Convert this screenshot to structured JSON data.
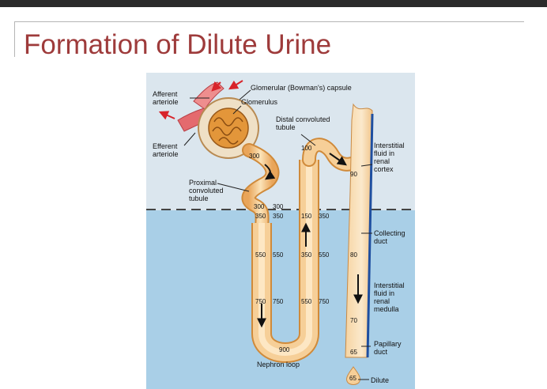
{
  "slide": {
    "title": "Formation of Dilute Urine"
  },
  "diagram": {
    "labels": {
      "afferent": [
        "Afferent",
        "arteriole"
      ],
      "efferent": [
        "Efferent",
        "arteriole"
      ],
      "capsule": "Glomerular (Bowman's) capsule",
      "glomerulus": "Glomerulus",
      "distal": [
        "Distal convoluted",
        "tubule"
      ],
      "proximal": [
        "Proximal",
        "convoluted",
        "tubule"
      ],
      "cortex": [
        "Interstitial",
        "fluid in",
        "renal",
        "cortex"
      ],
      "collecting": [
        "Collecting",
        "duct"
      ],
      "medulla": [
        "Interstitial",
        "fluid in",
        "renal",
        "medulla"
      ],
      "papillary": [
        "Papillary",
        "duct"
      ],
      "loop": "Nephron loop",
      "dilute": "Dilute"
    },
    "values": {
      "glomerulus_out": "300",
      "pct_top_a": "300",
      "pct_top_b": "300",
      "desc_350": "350",
      "desc_350b": "350",
      "desc_550": "550",
      "desc_550b": "550",
      "desc_750": "750",
      "desc_750b": "750",
      "loop_bottom": "900",
      "asc_150": "150",
      "asc_350": "350",
      "asc_350b": "350",
      "asc_550": "550",
      "asc_550b": "550",
      "asc_750": "750",
      "distal_100": "100",
      "cd_90": "90",
      "cd_80": "80",
      "cd_70": "70",
      "cd_65": "65",
      "urine_65": "65"
    },
    "colors": {
      "cortex_bg": "#dbe6ee",
      "medulla_bg": "#a9cfe7",
      "tubule": "#f2c88f",
      "tubule_edge": "#d08a3a",
      "duct_edge": "#1f4fa0",
      "arrow_red": "#d8232a"
    }
  }
}
